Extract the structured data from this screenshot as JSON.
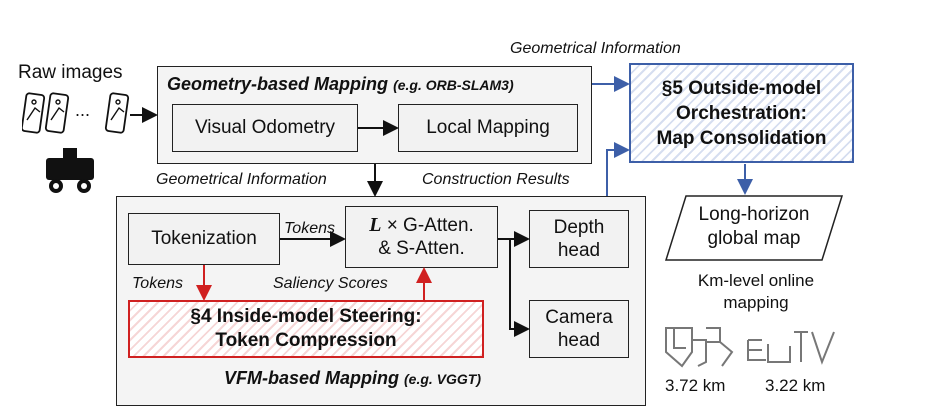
{
  "raw_images_label": "Raw images",
  "ellipsis": "...",
  "geometry_block": {
    "title": "Geometry-based Mapping",
    "title_eg": "(e.g. ORB-SLAM3)",
    "visual_odometry": "Visual Odometry",
    "local_mapping": "Local Mapping"
  },
  "top_label": "Geometrical Information",
  "mid_left_label": "Geometrical Information",
  "mid_right_label": "Construction Results",
  "orchestration": {
    "line1": "§5 Outside-model",
    "line2": "Orchestration:",
    "line3": "Map Consolidation"
  },
  "vfm_block": {
    "title": "VFM-based Mapping",
    "title_eg": "(e.g. VGGT)",
    "tokenization": "Tokenization",
    "tokens_right": "Tokens",
    "tokens_down": "Tokens",
    "attention_l": "L",
    "attention_line1": "× G-Atten.",
    "attention_line2": "& S-Atten.",
    "saliency": "Saliency Scores",
    "depth_line1": "Depth",
    "depth_line2": "head",
    "camera_line1": "Camera",
    "camera_line2": "head"
  },
  "steering": {
    "line1": "§4 Inside-model Steering:",
    "line2": "Token Compression"
  },
  "global_map": {
    "line1": "Long-horizon",
    "line2": "global map"
  },
  "km_label_line1": "Km-level online",
  "km_label_line2": "mapping",
  "distance_1": "3.72 km",
  "distance_2": "3.22 km",
  "colors": {
    "red": "#d02020",
    "blue": "#3d5fa8",
    "black": "#111111"
  }
}
